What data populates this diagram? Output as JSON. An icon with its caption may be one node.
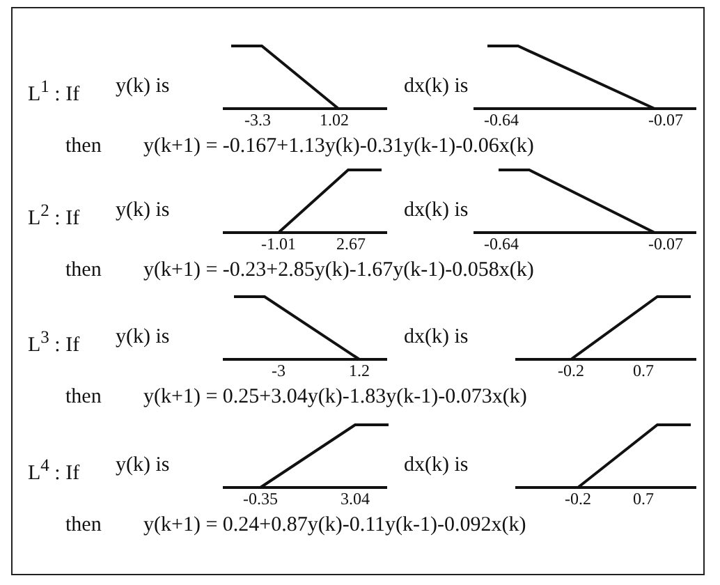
{
  "diagram": {
    "labels": [
      "L$^{1}$ : If",
      "y(k) is",
      "-3.3",
      "1.02",
      "dx(k) is",
      "-0.64",
      "-0.07",
      "then",
      "y(k+1) = -0.167+1.13y(k)-0.31y(k-1)-0.06x(k)",
      "L$^{2}$ : If",
      "y(k) is",
      "-1.01",
      "2.67",
      "dx(k) is",
      "-0.64",
      "-0.07",
      "then",
      "y(k+1) = -0.23+2.85y(k)-1.67y(k-1)-0.058x(k)",
      "L$^{3}$ : If",
      "y(k) is",
      "-3",
      "1.2",
      "dx(k) is",
      "-0.2",
      "0.7",
      "then",
      "y(k+1) = 0.25+3.04y(k)-1.83y(k-1)-0.073x(k)",
      "L$^{4}$ : If",
      "y(k) is",
      "-0.35",
      "3.04",
      "dx(k) is",
      "-0.2",
      "0.7",
      "then",
      "y(k+1) = 0.24+0.87y(k)-0.11y(k-1)-0.092x(k)"
    ]
  }
}
